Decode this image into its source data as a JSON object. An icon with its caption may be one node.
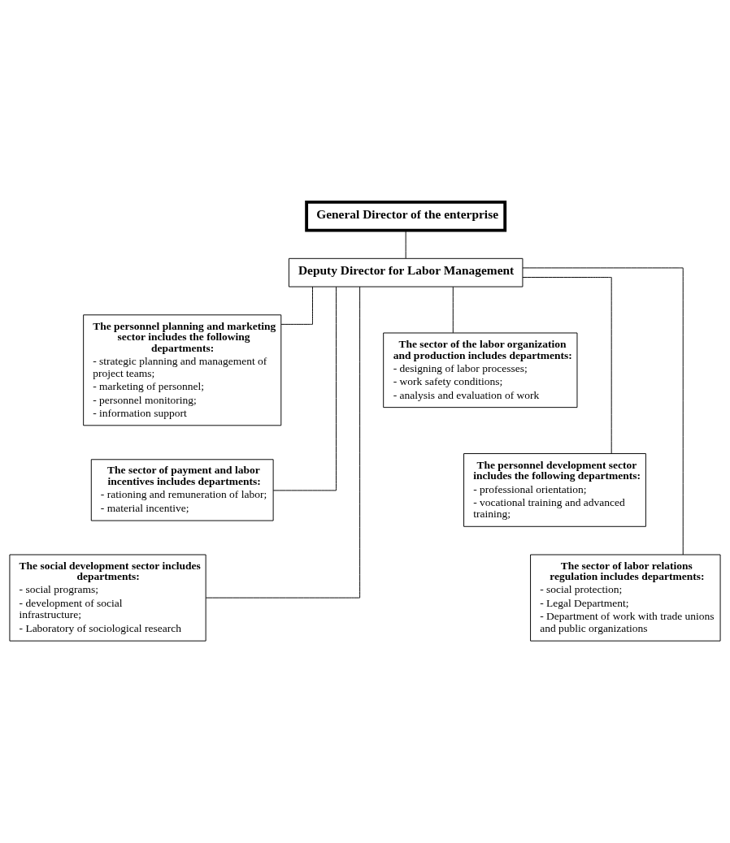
{
  "diagram": {
    "nodes": [
      {
        "text": [
          "General Director of the enterprise"
        ]
      },
      {
        "text": [
          "Deputy Director for Labor Management"
        ]
      },
      {
        "text": [
          "The personnel planning and marketing sector includes the following departments:",
          "- strategic planning and management of project teams;",
          "- marketing of personnel;",
          "- personnel monitoring;",
          "- information support"
        ]
      },
      {
        "text": [
          "The sector of the labor organization and production includes departments:",
          "- designing of labor processes;",
          "- work safety conditions;",
          "- analysis and evaluation of work"
        ]
      },
      {
        "text": [
          "The sector of payment and labor incentives includes departments:",
          "- rationing and remuneration of labor;",
          "- material incentive;"
        ]
      },
      {
        "text": [
          "The personnel development sector includes the following departments:",
          "- professional orientation;",
          "- vocational training and advanced training;"
        ]
      },
      {
        "text": [
          "The social development sector includes departments:",
          "- social programs;",
          "- development of social infrastructure;",
          "- Laboratory of sociological research"
        ]
      },
      {
        "text": [
          "The sector of labor relations regulation includes departments:",
          "- social protection;",
          "- Legal Department;",
          "- Department of work with trade unions and public organizations"
        ]
      }
    ],
    "edges": [
      {
        "from": 0,
        "to": 1,
        "arrow": "none"
      },
      {
        "from": 1,
        "to": 2,
        "arrow": "none"
      },
      {
        "from": 1,
        "to": 3,
        "arrow": "none"
      },
      {
        "from": 1,
        "to": 4,
        "arrow": "none"
      },
      {
        "from": 1,
        "to": 5,
        "arrow": "none"
      },
      {
        "from": 1,
        "to": 6,
        "arrow": "none"
      },
      {
        "from": 1,
        "to": 7,
        "arrow": "none"
      }
    ]
  }
}
